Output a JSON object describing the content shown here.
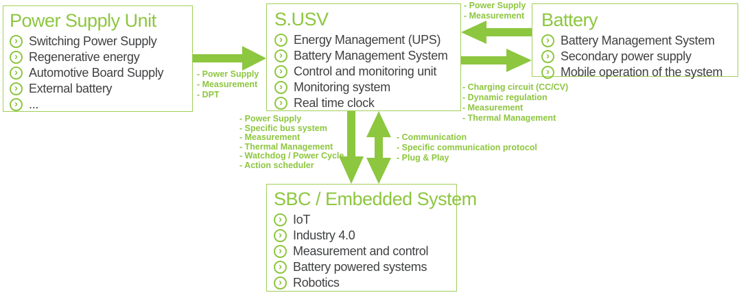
{
  "colors": {
    "green": "#8dc63f",
    "border_green": "#9fce58",
    "text_dark": "#3f4042",
    "background": "#ffffff"
  },
  "icons": {
    "chevron_glyph": "›"
  },
  "boxes": {
    "psu": {
      "title": "Power Supply Unit",
      "items": [
        "Switching Power Supply",
        "Regenerative energy",
        "Automotive Board Supply",
        "External battery",
        "..."
      ]
    },
    "susv": {
      "title": "S.USV",
      "items": [
        "Energy Management (UPS)",
        "Battery Management System",
        "Control and monitoring unit",
        "Monitoring system",
        "Real time clock"
      ]
    },
    "battery": {
      "title": "Battery",
      "items": [
        "Battery Management System",
        "Secondary power supply",
        "Mobile operation of the system"
      ]
    },
    "sbc": {
      "title": "SBC / Embedded System",
      "items": [
        "IoT",
        "Industry 4.0",
        "Measurement and control",
        "Battery powered systems",
        "Robotics"
      ]
    }
  },
  "labels": {
    "psu_to_susv": [
      "- Power Supply",
      "- Measurement",
      "- DPT"
    ],
    "battery_to_susv": [
      "- Power Supply",
      "- Measurement"
    ],
    "susv_to_battery": [
      "- Charging circuit (CC/CV)",
      "- Dynamic regulation",
      "- Measurement",
      "- Thermal Management"
    ],
    "susv_to_sbc": [
      "- Power Supply",
      "- Specific bus system",
      "- Measurement",
      "- Thermal Management",
      "- Watchdog / Power Cycle",
      "- Action scheduler"
    ],
    "sbc_to_susv": [
      "- Communication",
      "- Specific communication protocol",
      "- Plug & Play"
    ]
  }
}
